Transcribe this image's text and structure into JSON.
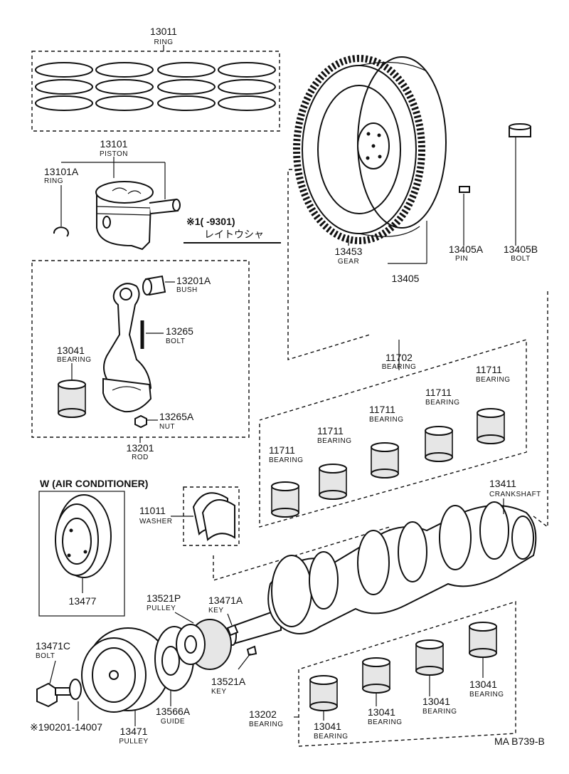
{
  "labels": {
    "ring_set": {
      "num": "13011",
      "name": "RING"
    },
    "piston": {
      "num": "13101",
      "name": "PISTON"
    },
    "piston_ring": {
      "num": "13101A",
      "name": "RING"
    },
    "note": {
      "line1": "※1(     -9301)",
      "line2": "レイトウシャ"
    },
    "bush": {
      "num": "13201A",
      "name": "BUSH"
    },
    "rod_bolt": {
      "num": "13265",
      "name": "BOLT"
    },
    "rod_bearing": {
      "num": "13041",
      "name": "BEARING"
    },
    "nut": {
      "num": "13265A",
      "name": "NUT"
    },
    "rod": {
      "num": "13201",
      "name": "ROD"
    },
    "gear": {
      "num": "13453",
      "name": "GEAR"
    },
    "pin": {
      "num": "13405A",
      "name": "PIN"
    },
    "fly_bolt": {
      "num": "13405B",
      "name": "BOLT"
    },
    "flywheel": {
      "num": "13405"
    },
    "main_bearing_set": {
      "num": "11702",
      "name": "BEARING"
    },
    "main_bearing": {
      "num": "11711",
      "name": "BEARING"
    },
    "crankshaft": {
      "num": "13411",
      "name": "CRANKSHAFT"
    },
    "ac_title": "W (AIR CONDITIONER)",
    "ac_pulley": {
      "num": "13477"
    },
    "washer": {
      "num": "11011",
      "name": "WASHER"
    },
    "gear_pulley": {
      "num": "13521P",
      "name": "PULLEY"
    },
    "key_a": {
      "num": "13471A",
      "name": "KEY"
    },
    "key_b": {
      "num": "13521A",
      "name": "KEY"
    },
    "front_bolt": {
      "num": "13471C",
      "name": "BOLT"
    },
    "washer_ref": "※190201-14007",
    "pulley": {
      "num": "13471",
      "name": "PULLEY"
    },
    "guide": {
      "num": "13566A",
      "name": "GUIDE"
    },
    "lower_bearing_set": {
      "num": "13202",
      "name": "BEARING"
    },
    "lower_bearing": {
      "num": "13041",
      "name": "BEARING"
    },
    "ref_code": "MA B739-B"
  }
}
